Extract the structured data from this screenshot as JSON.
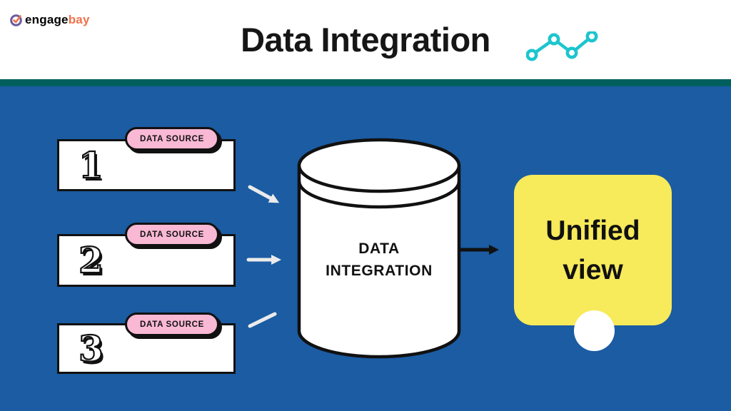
{
  "logo": {
    "engage": "engage",
    "bay": "bay"
  },
  "header": {
    "title": "Data Integration"
  },
  "sources": [
    {
      "number": "1",
      "badge_label": "DATA SOURCE"
    },
    {
      "number": "2",
      "badge_label": "DATA SOURCE"
    },
    {
      "number": "3",
      "badge_label": "DATA SOURCE"
    }
  ],
  "database": {
    "line1": "DATA",
    "line2": "INTEGRATION"
  },
  "result": {
    "line1": "Unified",
    "line2": "view"
  },
  "colors": {
    "background_blue": "#1b5ca3",
    "divider_teal": "#01605e",
    "card_yellow": "#f7ea5b",
    "badge_pink": "#f9b8d4",
    "chart_icon_teal": "#1cc5ce",
    "logo_purple": "#6a5b9e",
    "logo_orange": "#f0714a",
    "light_arrow": "#ebebeb",
    "dark_arrow": "#111111"
  }
}
